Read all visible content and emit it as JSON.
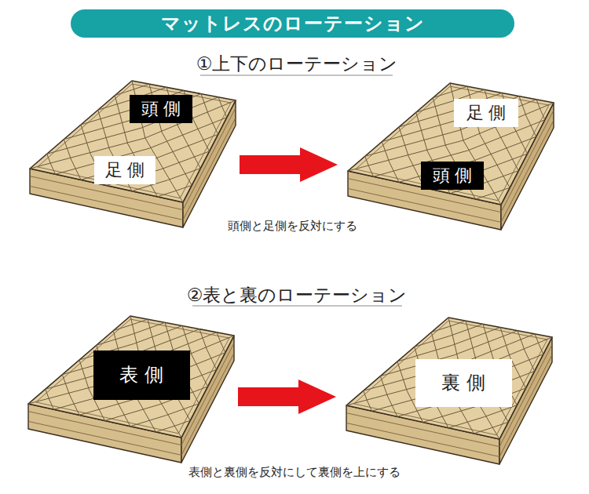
{
  "diagram": {
    "title": "マットレスのローテーション",
    "nodes": [
      {
        "text": [
          "頭側"
        ]
      },
      {
        "text": [
          "足側"
        ]
      },
      {
        "text": [
          "足側"
        ]
      },
      {
        "text": [
          "頭側"
        ]
      },
      {
        "text": [
          "表側"
        ]
      },
      {
        "text": [
          "裏側"
        ]
      }
    ],
    "labels": [
      "①上下のローテーション",
      "頭側と足側を反対にする",
      "②表と裏のローテーション",
      "表側と裏側を反対にして裏側を上にする"
    ]
  }
}
